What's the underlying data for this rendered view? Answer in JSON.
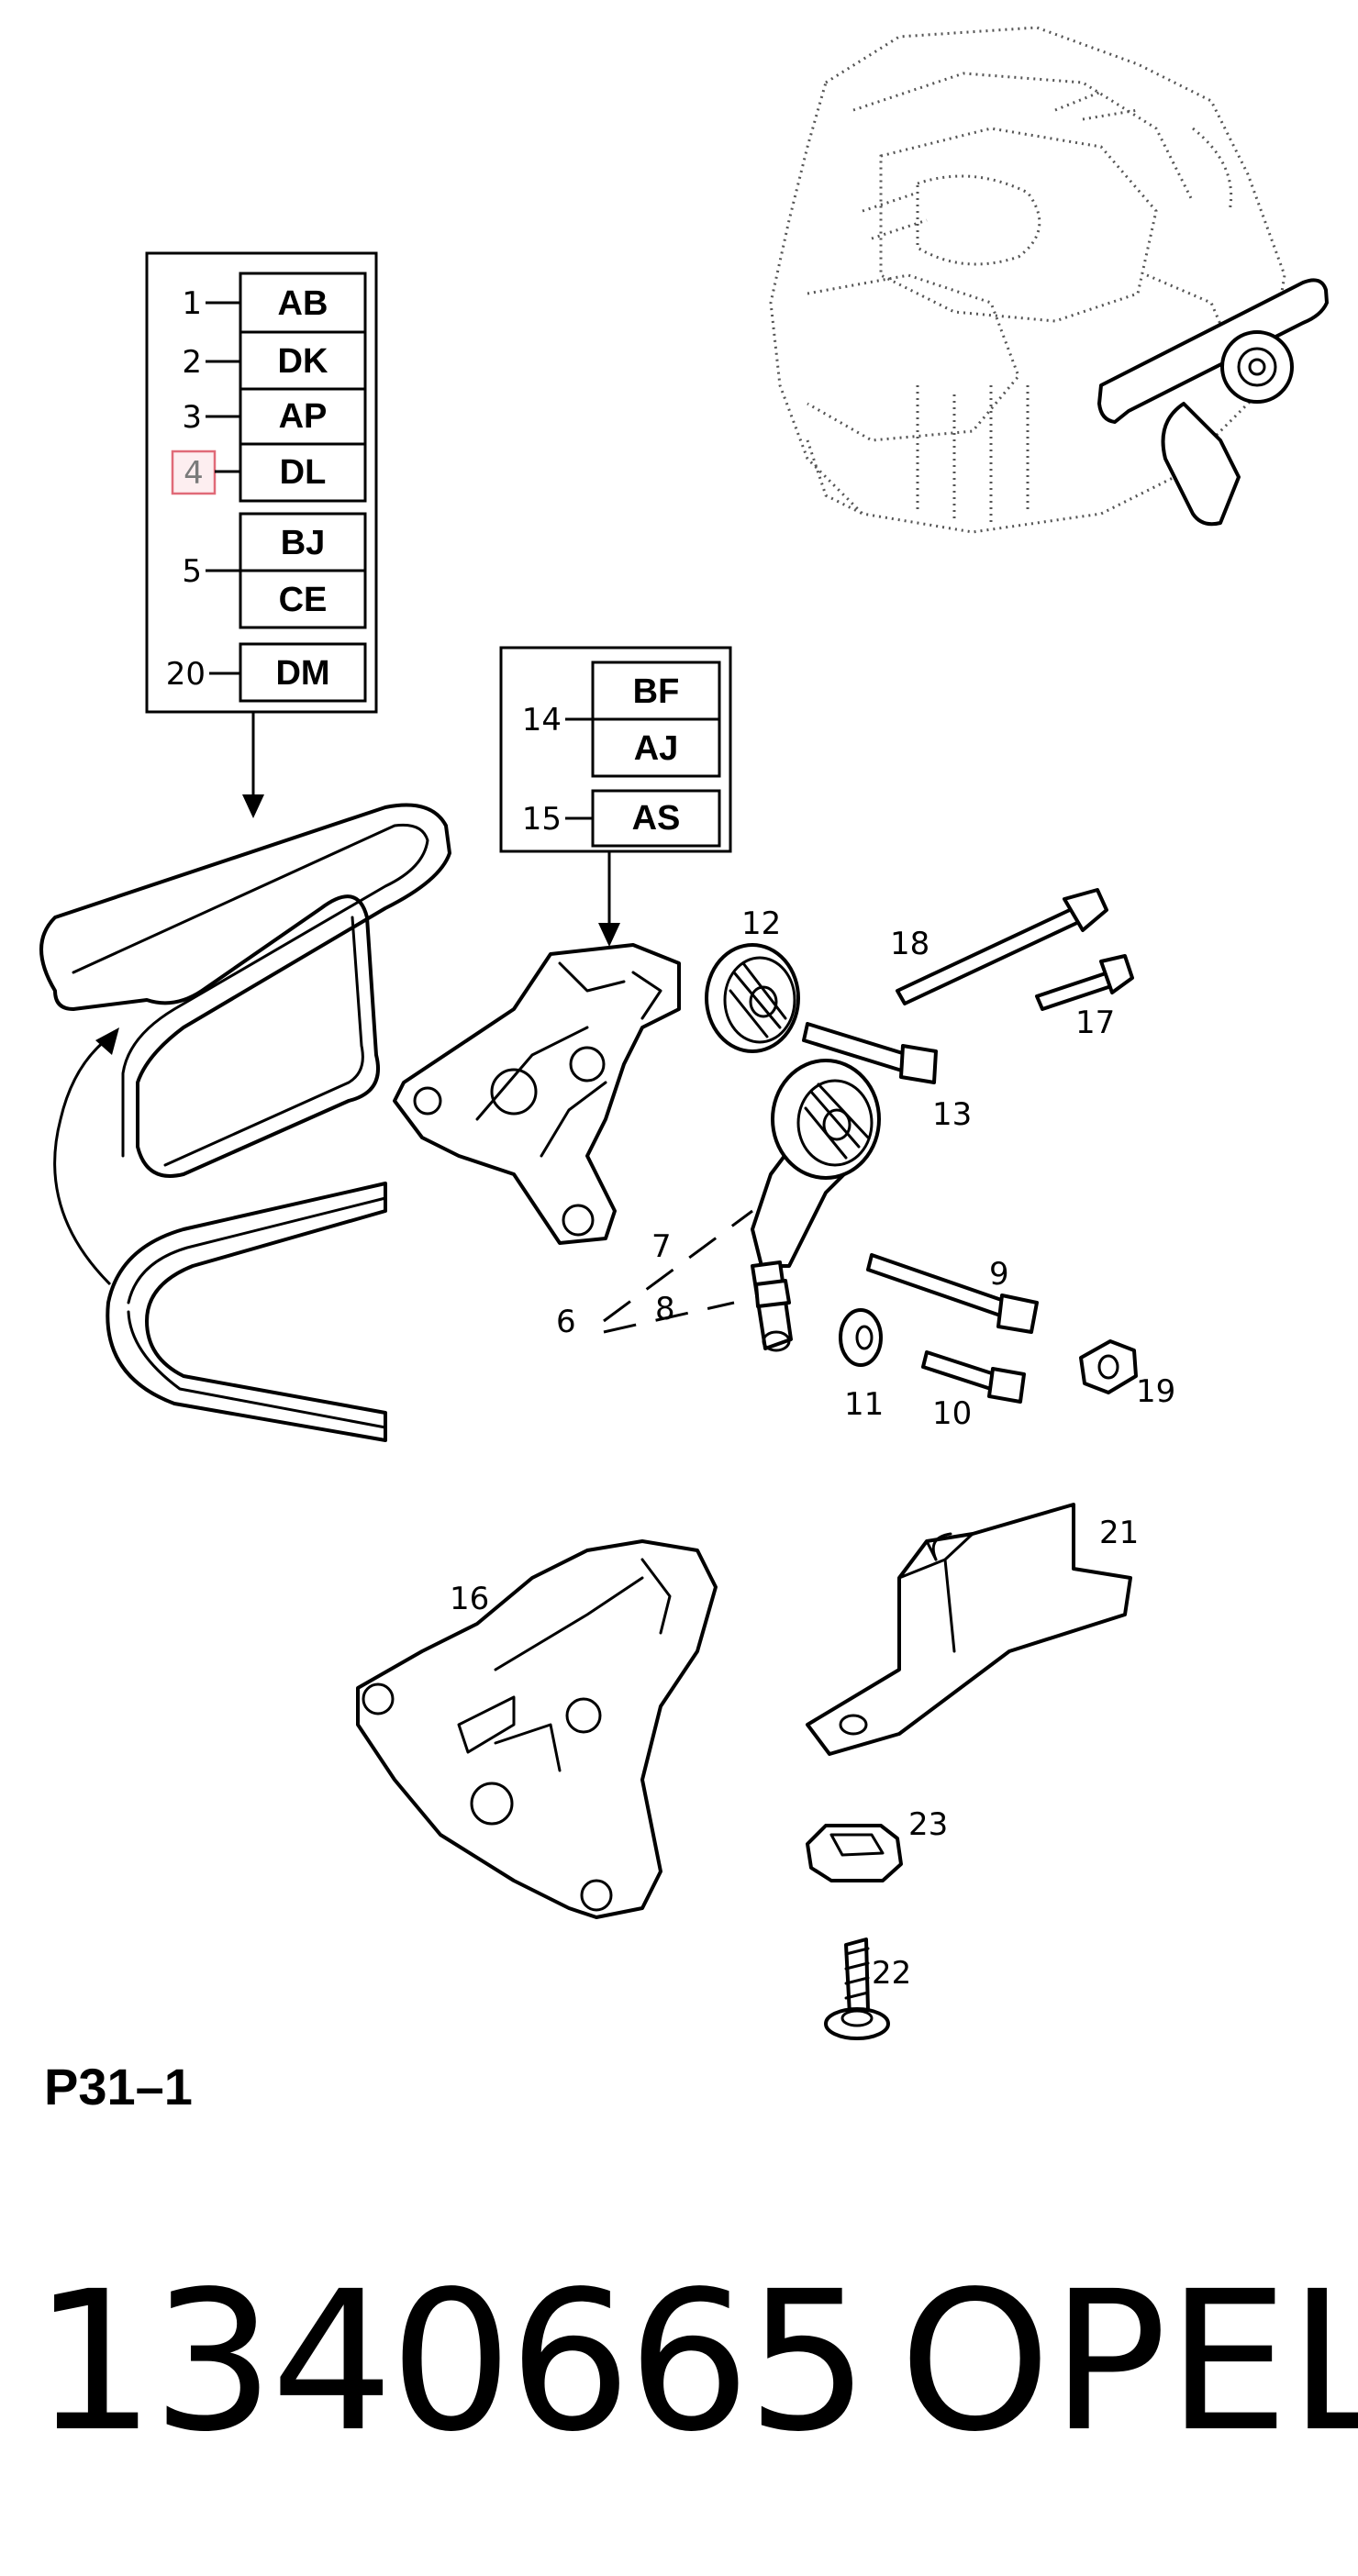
{
  "diagram": {
    "reference": "P31–1",
    "part_number": "1340665",
    "brand": "OPEL",
    "colors": {
      "ink": "#000000",
      "highlight_border": "#e06a78",
      "highlight_fill": "#fdeef0",
      "highlight_text": "#7a7a7a"
    },
    "box_a": {
      "rows": [
        {
          "num": "1",
          "code": "AB"
        },
        {
          "num": "2",
          "code": "DK"
        },
        {
          "num": "3",
          "code": "AP"
        },
        {
          "num": "4",
          "code": "DL",
          "highlighted": true
        },
        {
          "num": "5",
          "codes": [
            "BJ",
            "CE"
          ]
        },
        {
          "num": "20",
          "code": "DM"
        }
      ]
    },
    "box_b": {
      "rows": [
        {
          "num": "14",
          "codes": [
            "BF",
            "AJ"
          ]
        },
        {
          "num": "15",
          "code": "AS"
        }
      ]
    },
    "callouts": [
      "12",
      "18",
      "17",
      "13",
      "7",
      "6",
      "8",
      "9",
      "11",
      "10",
      "19",
      "21",
      "16",
      "23",
      "22"
    ]
  }
}
